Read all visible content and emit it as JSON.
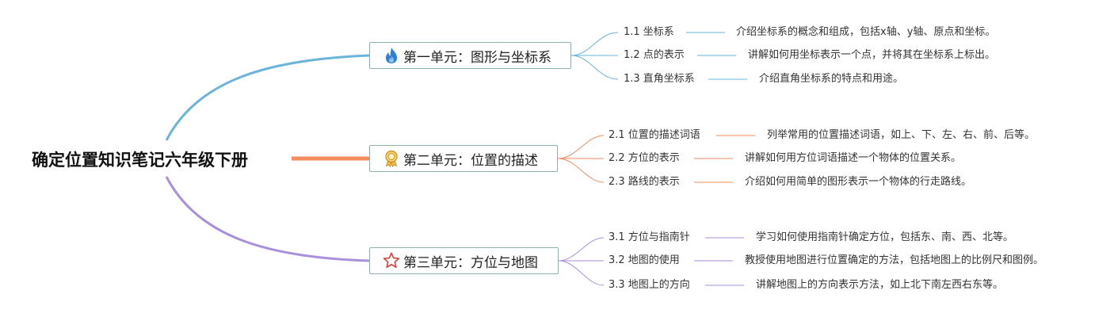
{
  "root": {
    "title": "确定位置知识笔记六年级下册"
  },
  "units": [
    {
      "label": "第一单元：图形与坐标系",
      "icon": "fire-icon",
      "color": "#6ab4dc",
      "topics": [
        {
          "title": "1.1 坐标系",
          "desc": "介绍坐标系的概念和组成，包括x轴、y轴、原点和坐标。"
        },
        {
          "title": "1.2 点的表示",
          "desc": "讲解如何用坐标表示一个点，并将其在坐标系上标出。"
        },
        {
          "title": "1.3 直角坐标系",
          "desc": "介绍直角坐标系的特点和用途。"
        }
      ]
    },
    {
      "label": "第二单元：位置的描述",
      "icon": "medal-icon",
      "color": "#f28b5e",
      "topics": [
        {
          "title": "2.1 位置的描述词语",
          "desc": "列举常用的位置描述词语，如上、下、左、右、前、后等。"
        },
        {
          "title": "2.2 方位的表示",
          "desc": "讲解如何用方位词语描述一个物体的位置关系。"
        },
        {
          "title": "2.3 路线的表示",
          "desc": "介绍如何用简单的图形表示一个物体的行走路线。"
        }
      ]
    },
    {
      "label": "第三单元：方位与地图",
      "icon": "star-icon",
      "color": "#a98fdc",
      "topics": [
        {
          "title": "3.1 方位与指南针",
          "desc": "学习如何使用指南针确定方位，包括东、南、西、北等。"
        },
        {
          "title": "3.2 地图的使用",
          "desc": "教授使用地图进行位置确定的方法，包括地图上的比例尺和图例。"
        },
        {
          "title": "3.3 地图上的方向",
          "desc": "讲解地图上的方向表示方法，如上北下南左西右东等。"
        }
      ]
    }
  ]
}
